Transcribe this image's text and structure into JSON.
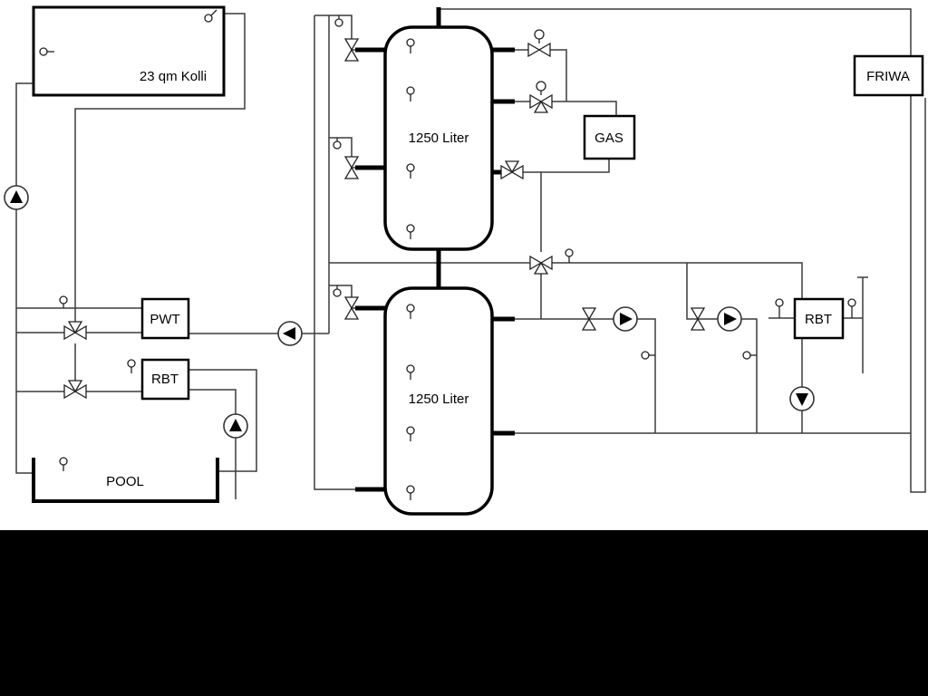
{
  "labels": {
    "collector": "23 qm Kolli",
    "tank_upper": "1250 Liter",
    "tank_lower": "1250 Liter",
    "pwt": "PWT",
    "rbt_left": "RBT",
    "rbt_right": "RBT",
    "gas": "GAS",
    "friwa": "FRIWA",
    "pool": "POOL"
  },
  "icons": {
    "pump_up": "▲",
    "pump_down": "▼",
    "pump_left": "◀",
    "pump_right": "▶",
    "shutoff_valve": "bowtie",
    "three_way_valve": "bowtie-with-branch",
    "motor_actuator": "○",
    "temp_sensor": "○"
  },
  "colors": {
    "background": "#ffffff",
    "letterbox": "#000000",
    "pipe": "#3c3c3c",
    "pipe_thick": "#000000",
    "outline": "#000000",
    "symbol_fill": "#ffffff",
    "pump_fill": "#000000"
  }
}
